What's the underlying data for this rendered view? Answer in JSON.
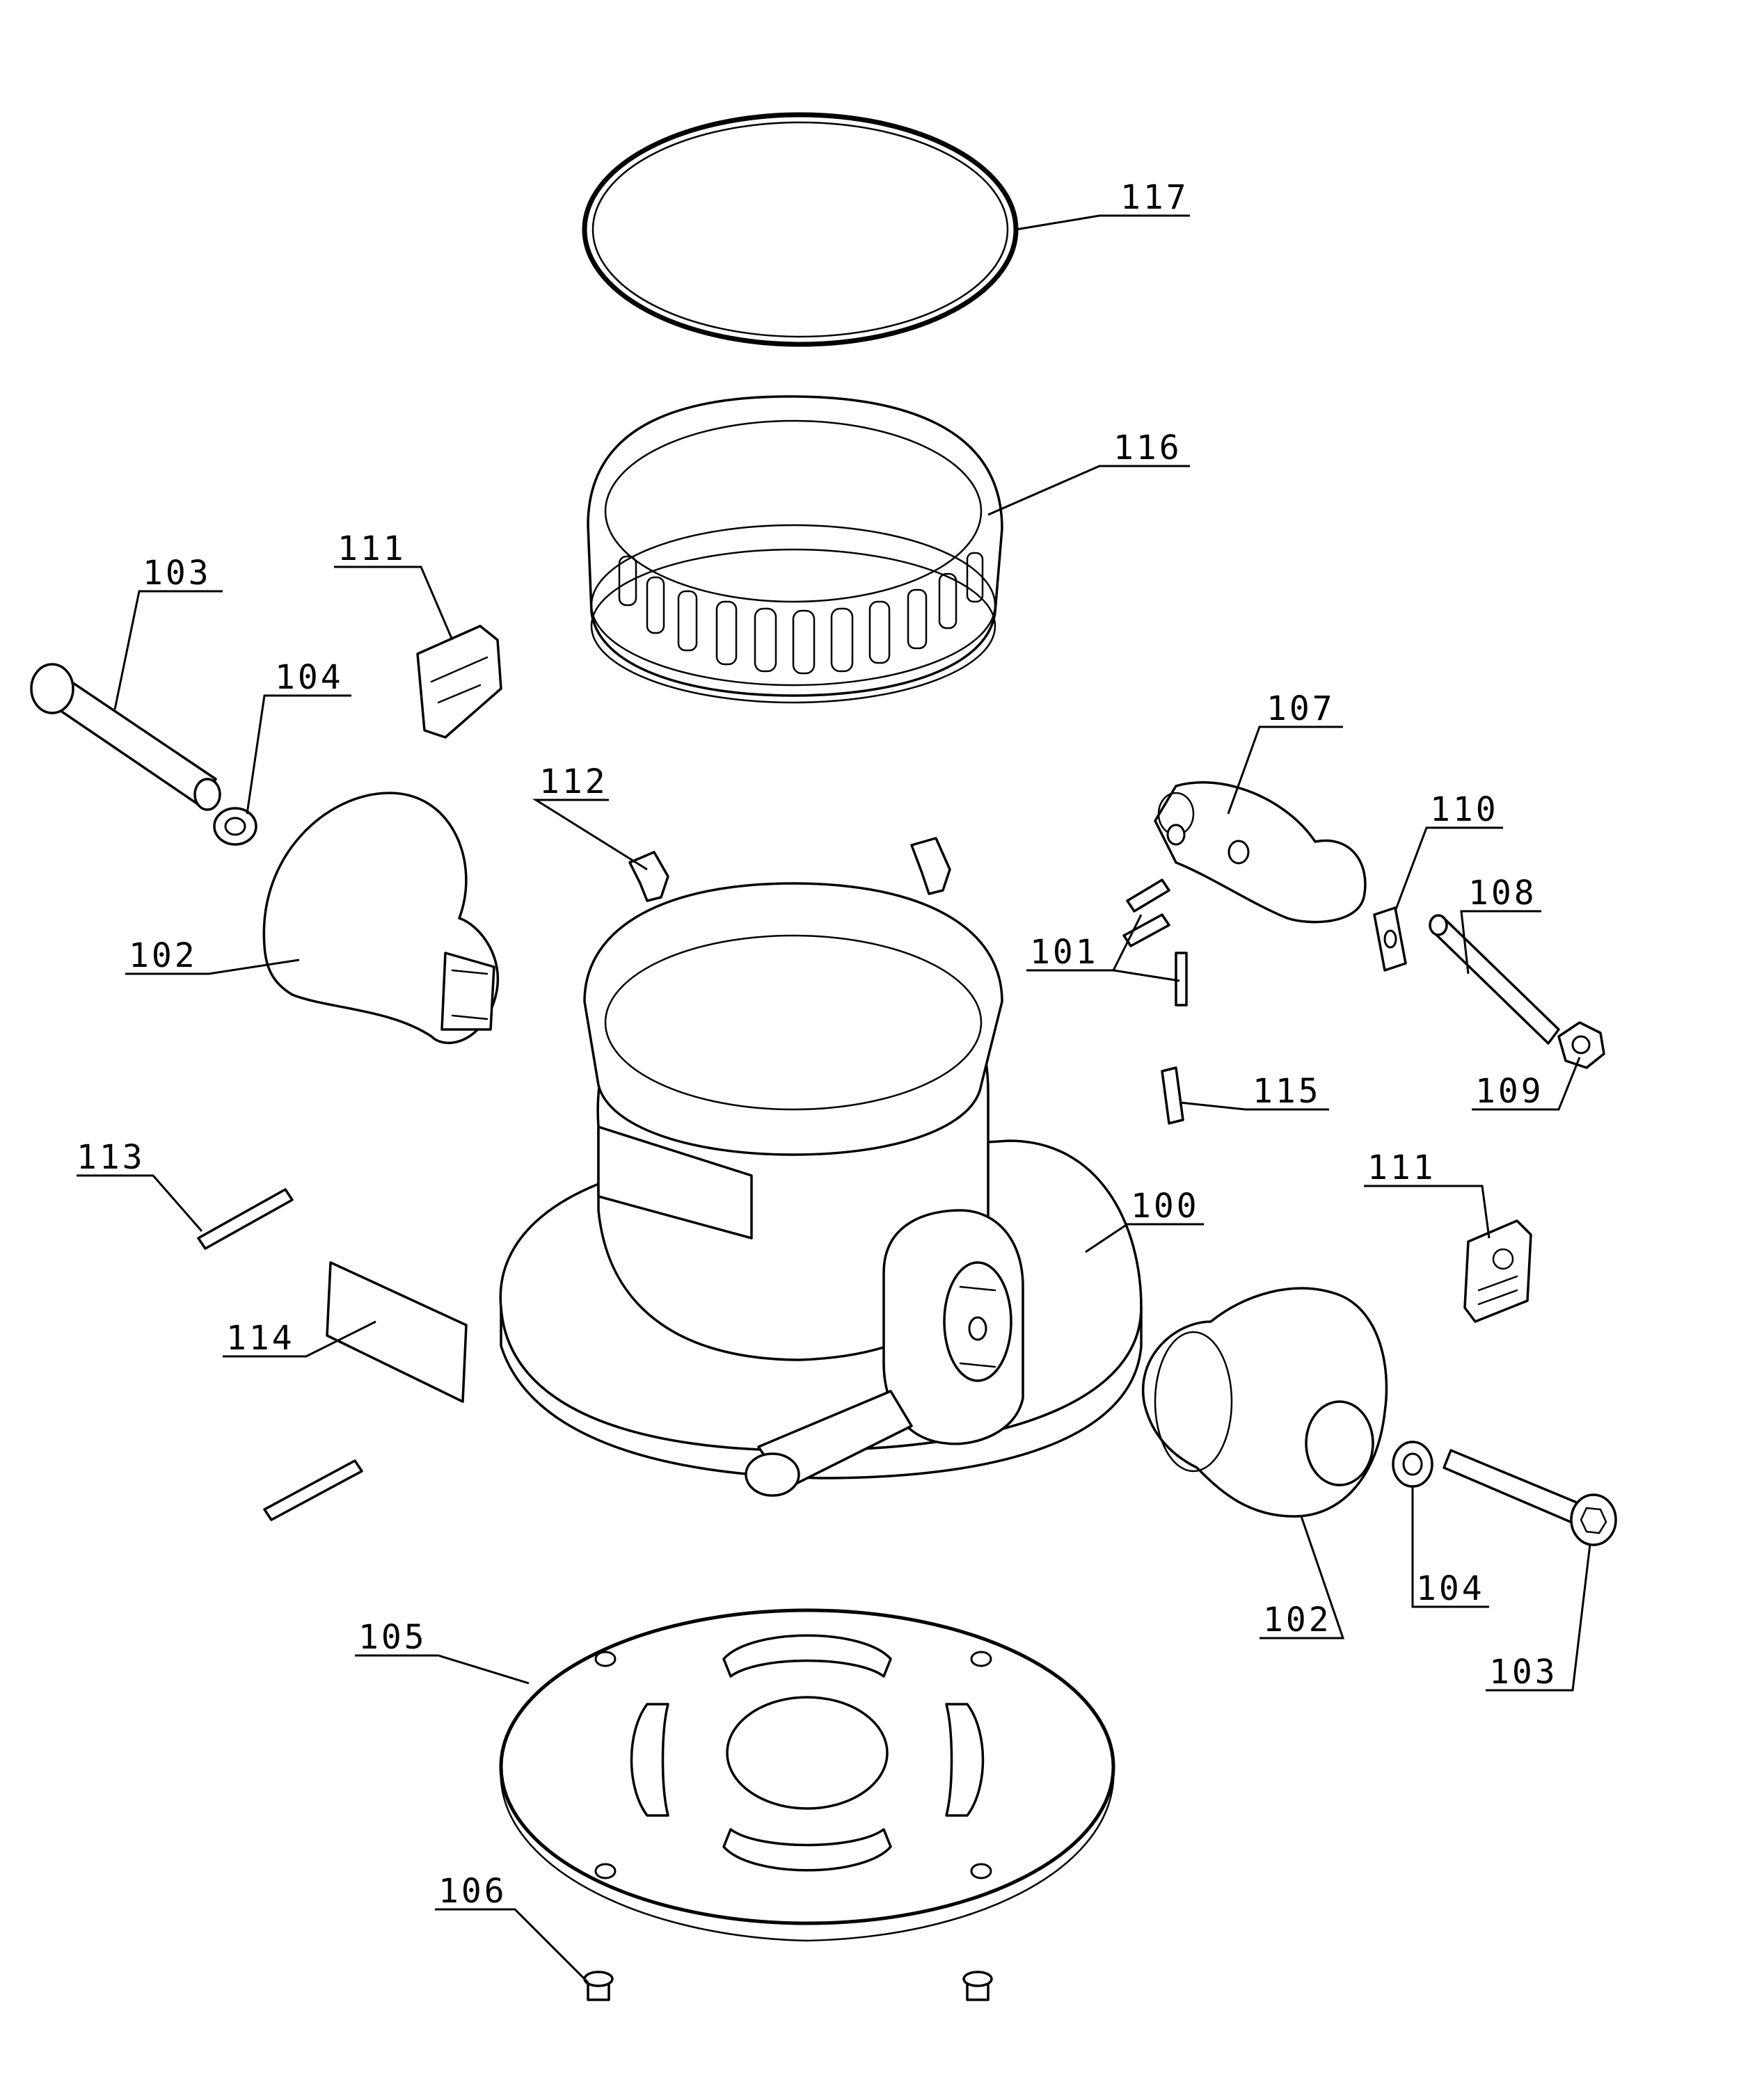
{
  "diagram": {
    "callouts": [
      {
        "id": "c117",
        "label": "117"
      },
      {
        "id": "c116",
        "label": "116"
      },
      {
        "id": "c103a",
        "label": "103"
      },
      {
        "id": "c111a",
        "label": "111"
      },
      {
        "id": "c104a",
        "label": "104"
      },
      {
        "id": "c107",
        "label": "107"
      },
      {
        "id": "c112",
        "label": "112"
      },
      {
        "id": "c110",
        "label": "110"
      },
      {
        "id": "c108",
        "label": "108"
      },
      {
        "id": "c102a",
        "label": "102"
      },
      {
        "id": "c101",
        "label": "101"
      },
      {
        "id": "c115",
        "label": "115"
      },
      {
        "id": "c109",
        "label": "109"
      },
      {
        "id": "c113",
        "label": "113"
      },
      {
        "id": "c111b",
        "label": "111"
      },
      {
        "id": "c100",
        "label": "100"
      },
      {
        "id": "c114",
        "label": "114"
      },
      {
        "id": "c104b",
        "label": "104"
      },
      {
        "id": "c102b",
        "label": "102"
      },
      {
        "id": "c105",
        "label": "105"
      },
      {
        "id": "c103b",
        "label": "103"
      },
      {
        "id": "c106",
        "label": "106"
      }
    ]
  }
}
